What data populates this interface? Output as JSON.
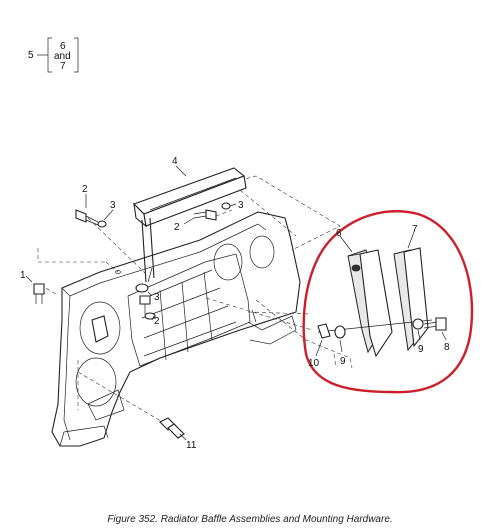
{
  "legend_box": {
    "left_number": "5",
    "top_number": "6",
    "and_word": "and",
    "bottom_number": "7"
  },
  "callouts": {
    "c1": "1",
    "c2a": "2",
    "c2b": "2",
    "c2c": "2",
    "c3a": "3",
    "c3b": "3",
    "c3c": "3",
    "c4": "4",
    "c6": "6",
    "c7": "7",
    "c8": "8",
    "c9a": "9",
    "c9b": "9",
    "c10": "10",
    "c11": "11"
  },
  "highlight": {
    "color": "#cc1f2a"
  },
  "caption": "Figure 352.  Radiator Baffle Assemblies and Mounting Hardware."
}
